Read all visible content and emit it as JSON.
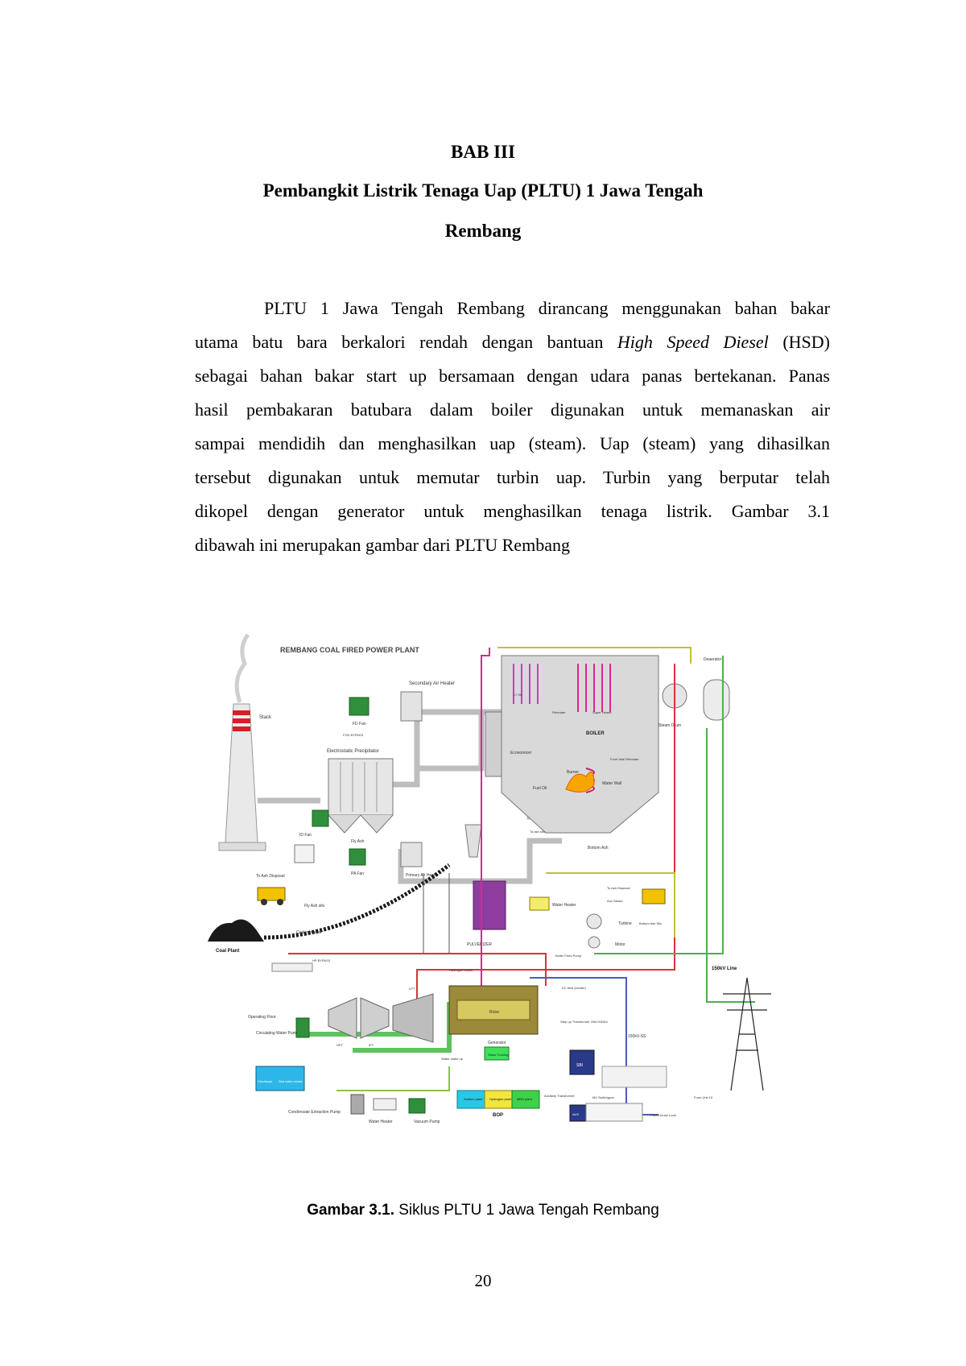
{
  "chapter": {
    "label": "BAB III",
    "title_line1": "Pembangkit Listrik Tenaga Uap (PLTU) 1 Jawa Tengah",
    "title_line2": "Rembang"
  },
  "paragraph": {
    "lines": [
      "PLTU 1 Jawa Tengah Rembang dirancang menggunakan bahan bakar",
      "utama batu bara berkalori rendah dengan bantuan ",
      "sebagai bahan bakar start up bersamaan dengan udara panas bertekanan. Panas",
      "hasil pembakaran batubara dalam boiler digunakan untuk memanaskan air",
      "sampai mendidih dan menghasilkan uap (steam). Uap (steam) yang dihasilkan",
      "tersebut digunakan untuk memutar turbin uap. Turbin yang berputar telah",
      "dikopel dengan generator untuk menghasilkan tenaga  listrik. Gambar 3.1",
      "dibawah ini merupakan gambar dari PLTU Rembang"
    ],
    "italic_term": "High Speed Diesel",
    "after_italic": " (HSD)"
  },
  "figure": {
    "title": "REMBANG COAL FIRED POWER PLANT",
    "labels": {
      "stack": "Stack",
      "secondary_air_heater": "Secondary Air Heater",
      "fd_fan": "FD Fan",
      "fd_bypass": "FGD BYPASS",
      "esp": "Electrostatic Precipitator",
      "id_fan": "ID Fan",
      "fly_ash": "Fly Ash",
      "pa_fan": "PA Fan",
      "primary_air_heater": "Primary Air Heater",
      "to_ash_disposal": "To Ash Disposal",
      "fly_ash_silo": "Fly Ash silo",
      "coal_conveyor": "Coal conveyor",
      "coal_plant": "Coal Plant",
      "lt_sh": "LT SH",
      "reheater": "Reheater",
      "super_heater": "Super Heater",
      "boiler": "BOILER",
      "economizer": "Economizer",
      "front_wall": "Front Wall Reheater",
      "burner": "Burner",
      "water_wall": "Water Wall",
      "fuel_oil": "Fuel Oil",
      "to_ash_silo": "To ash silo",
      "bottom_ash": "Bottom Ash",
      "steam_drum": "Steam Drum",
      "deaerator": "Deaerator",
      "pulverizer": "PULVERIZER",
      "water_heater": "Water Heater",
      "turbine": "Turbine",
      "aux_steam": "Aux Steam",
      "bottom_ash_silo": "Bottom Ash Silo",
      "to_ash_disposal_2": "To Ash Disposal",
      "motor": "Motor",
      "boiler_feed_pump": "Boiler Feed Pump",
      "line_150kv": "150kV Line",
      "hp_bypass": "HP BYPASS",
      "hydrogen_cooler": "Hydrogen cooler",
      "dc_field": "DC field (exciter)",
      "operating_floor": "Operating Floor",
      "hpt": "HPT",
      "ipt": "IPT",
      "lpt": "LPT",
      "rotor": "Rotor",
      "generator": "Generator",
      "step_up": "Step up Transformer 20kV/150kV",
      "kv_ss": "150kV-SS",
      "circulating_pump": "Circulating Water Pump",
      "discharge": "Discharge",
      "sea_water_intake": "Sea water intake",
      "water_make_up": "Water make up",
      "stator_cooling": "Stator Cooling",
      "condensate_pump": "Condensate Extraction Pump",
      "water_heater_2": "Water Heater",
      "vacuum_pump": "Vacuum Pump",
      "sodium_plant": "Sodium plant",
      "hydrogen_plant": "Hydrogen plant",
      "med_plant": "MED plant",
      "bop": "BOP",
      "aux_transformer": "Auxiliary Transformer",
      "mv_switchgear": "MV Switchgear",
      "from_unit": "From Unit 10",
      "plant_house_load": "Plant House Load",
      "sbi": "SBI",
      "aux": "AUX"
    }
  },
  "caption": {
    "label": "Gambar 3.1.",
    "text": " Siklus PLTU 1 Jawa Tengah Rembang"
  },
  "page_number": "20"
}
